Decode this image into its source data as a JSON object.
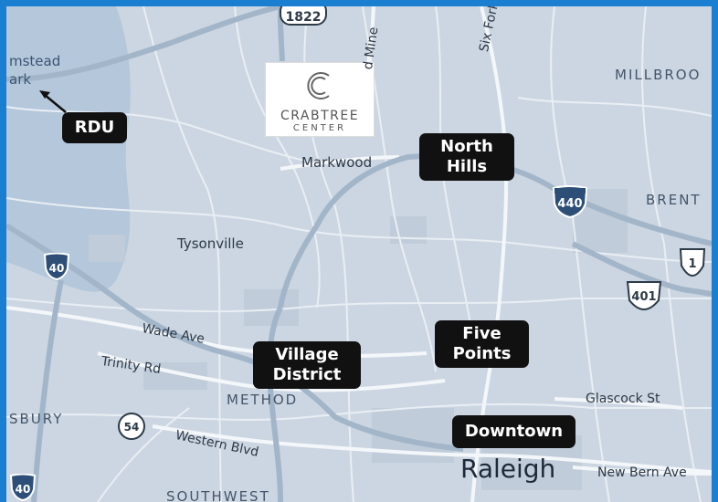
{
  "logo": {
    "name": "CRABTREE",
    "sub": "CENTER"
  },
  "pills": {
    "rdu": "RDU",
    "north_hills": [
      "North",
      "Hills"
    ],
    "village_district": [
      "Village",
      "District"
    ],
    "five_points": [
      "Five",
      "Points"
    ],
    "downtown": "Downtown"
  },
  "places": {
    "umstead": [
      "mstead",
      "ark"
    ],
    "markwood": "Markwood",
    "tysonville": "Tysonville",
    "raleigh": "Raleigh"
  },
  "districts": {
    "millbrook": "MILLBROO",
    "brent": "BRENT",
    "method": "METHOD",
    "sbury": "SBURY",
    "southwest": "SOUTHWEST"
  },
  "roads": {
    "six_forks": "Six Forks Rd",
    "mine": "d Mine",
    "wade": "Wade Ave",
    "trinity": "Trinity Rd",
    "western": "Western Blvd",
    "glascock": "Glascock St",
    "new_bern": "New Bern Ave"
  },
  "shields": {
    "us1822": "1822",
    "i440": "440",
    "i40_west": "40",
    "i40_south": "40",
    "us401": "401",
    "us1": "1",
    "nc54": "54"
  },
  "colors": {
    "land": "#ccd6e2",
    "park": "#b3c6da",
    "road": "#f4f7fa",
    "highway": "#9fb3c8",
    "frame": "#1a7fd1"
  }
}
